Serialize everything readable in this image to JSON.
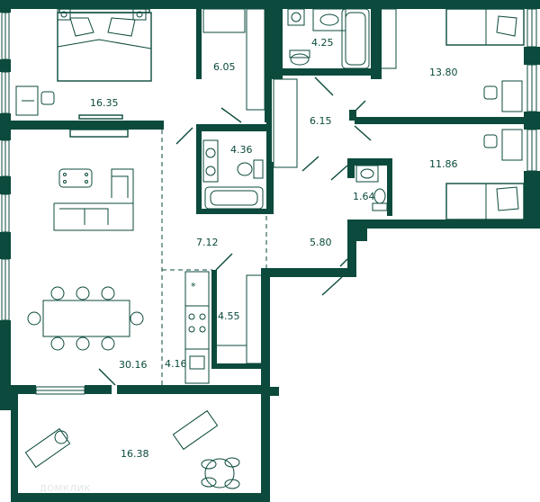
{
  "rooms": {
    "bedroom_1": "16.35",
    "wardrobe_1": "6.05",
    "bathroom_1": "4.25",
    "bedroom_2": "13.80",
    "bathroom_2": "4.36",
    "wardrobe_corridor": "6.15",
    "bedroom_3": "11.86",
    "toilet": "1.64",
    "hall": "7.12",
    "corridor": "5.80",
    "wardrobe_2": "4.55",
    "kitchen": "4.16",
    "living_room": "30.16",
    "balcony": "16.38"
  },
  "watermark": "ДОМКЛИК",
  "colors": {
    "wall": "#0b4a3c",
    "background": "#ffffff"
  }
}
